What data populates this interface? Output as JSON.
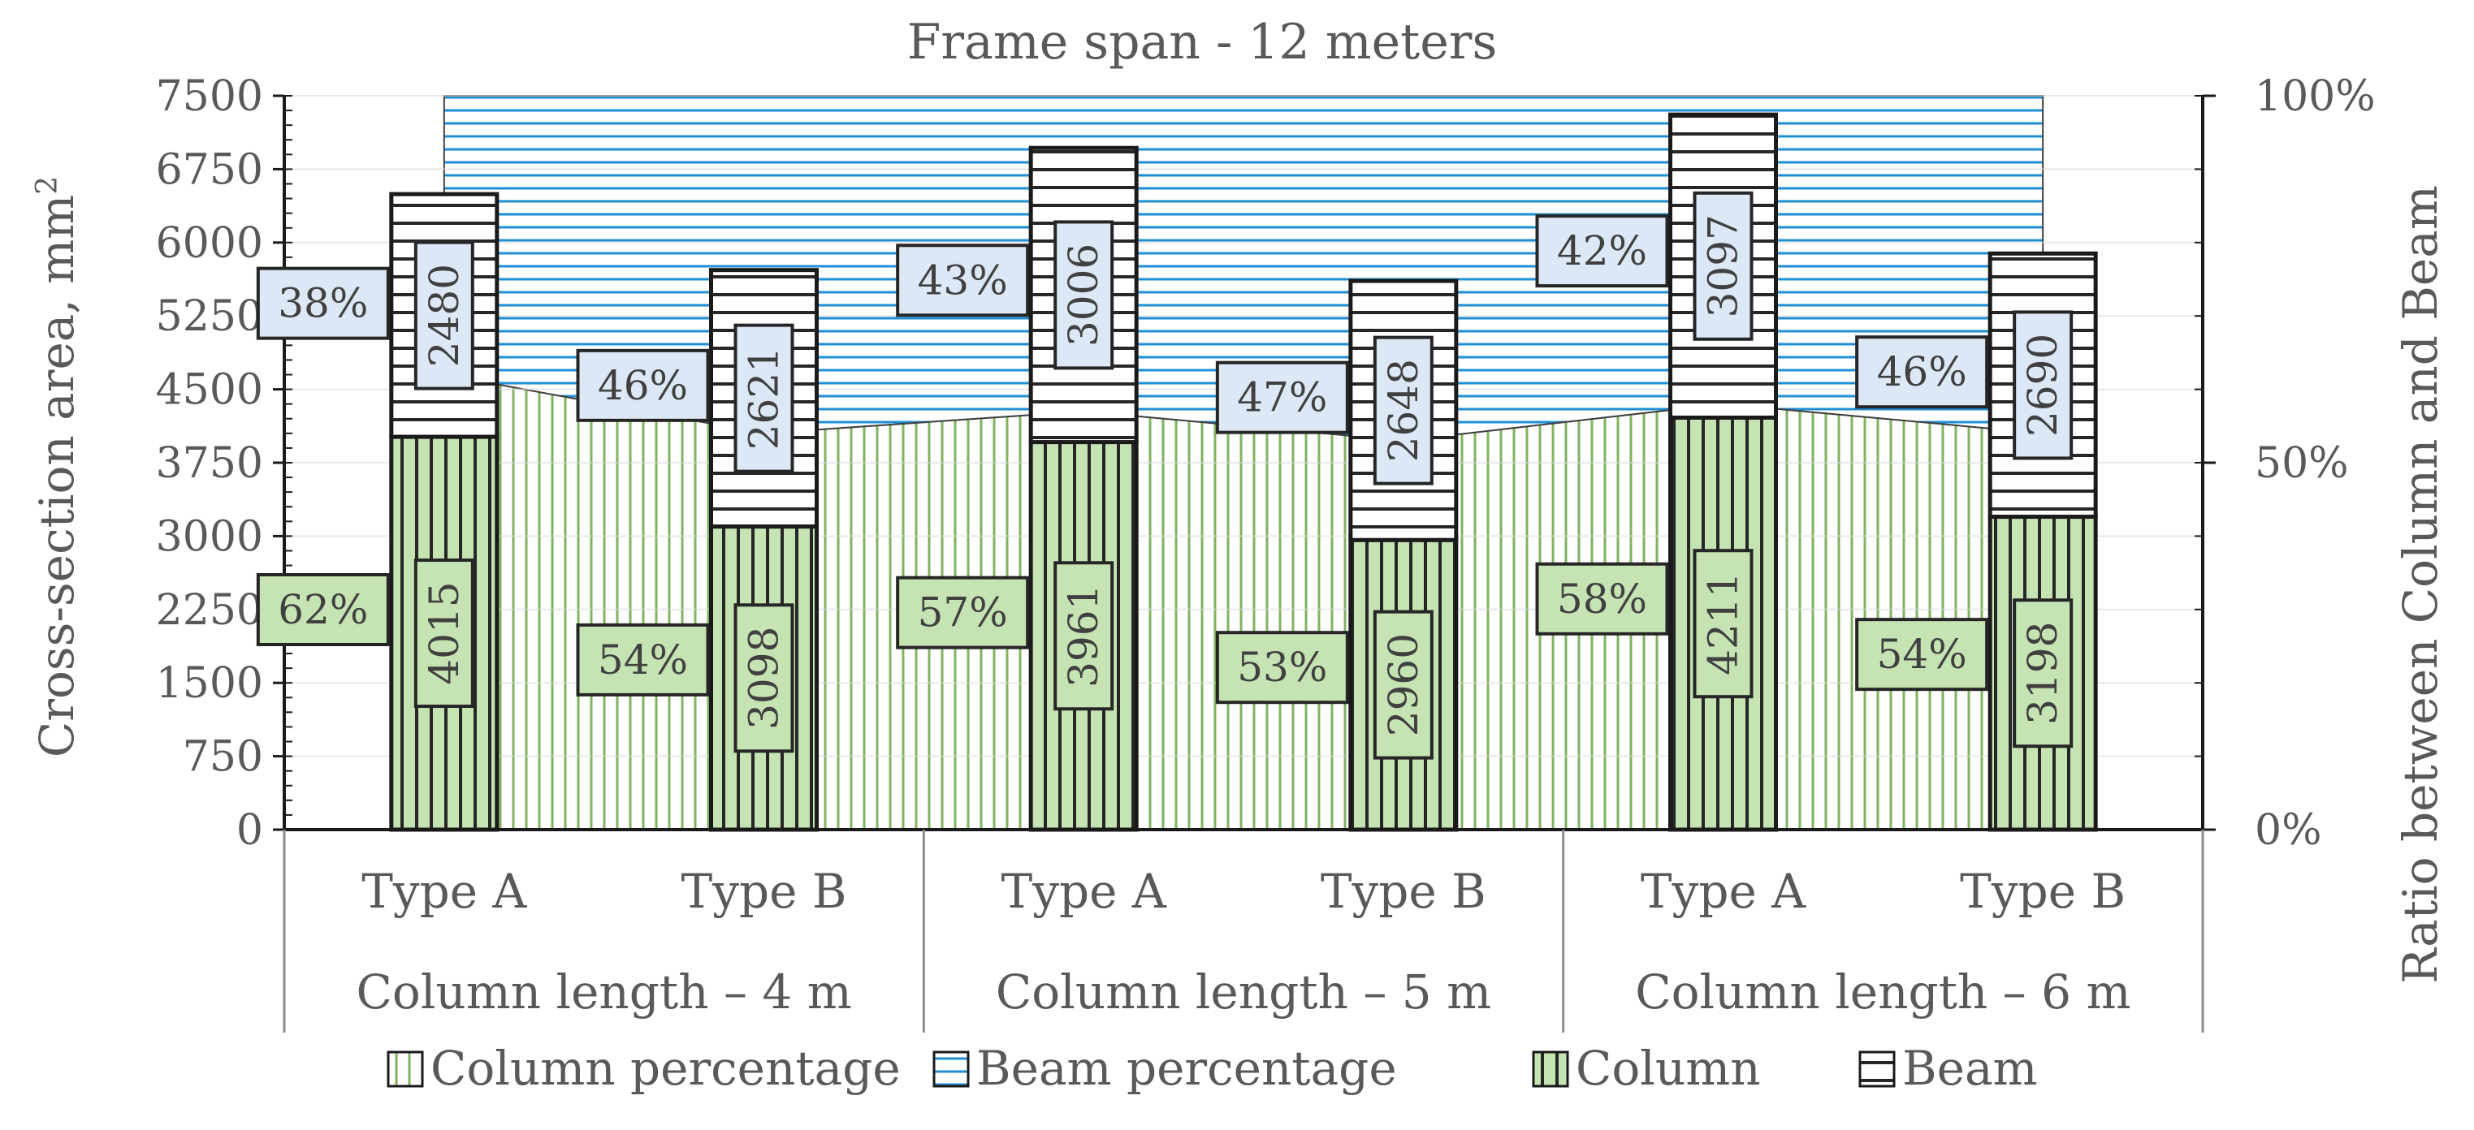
{
  "chart_data": {
    "type": "bar",
    "title": "Frame span - 12 meters",
    "ylabel": "Cross-section area, mm²",
    "y2label": "Ratio between Column and Beam",
    "ylim": [
      0,
      7500
    ],
    "y2lim": [
      0,
      100
    ],
    "yticks": [
      "0",
      "750",
      "1500",
      "2250",
      "3000",
      "3750",
      "4500",
      "5250",
      "6000",
      "6750",
      "7500"
    ],
    "y2ticks": [
      "0%",
      "50%",
      "100%"
    ],
    "categories": [
      "Type A",
      "Type B",
      "Type A",
      "Type B",
      "Type A",
      "Type B"
    ],
    "groups": [
      "Column length – 4 m",
      "Column length – 5 m",
      "Column length – 6 m"
    ],
    "series": [
      {
        "name": "Column",
        "values": [
          4015,
          3098,
          3961,
          2960,
          4211,
          3198
        ]
      },
      {
        "name": "Beam",
        "values": [
          2480,
          2621,
          3006,
          2648,
          3097,
          2690
        ]
      },
      {
        "name": "Column percentage",
        "values": [
          62,
          54,
          57,
          53,
          58,
          54
        ],
        "labels": [
          "62%",
          "54%",
          "57%",
          "53%",
          "58%",
          "54%"
        ]
      },
      {
        "name": "Beam percentage",
        "values": [
          38,
          46,
          43,
          47,
          42,
          46
        ],
        "labels": [
          "38%",
          "46%",
          "43%",
          "47%",
          "42%",
          "46%"
        ]
      }
    ],
    "legend": [
      "Column percentage",
      "Beam percentage",
      "Column",
      "Beam"
    ],
    "legend_position": "bottom",
    "grid": true,
    "colors": {
      "column": "#c6e3b3",
      "column_stroke": "#548235",
      "beam": "#ffffff",
      "beam_stroke": "#262626",
      "beam_pct_stripe": "#1f8fd4",
      "label_beam_bg": "#dde8f6",
      "label_col_bg": "#c6e3b3"
    }
  }
}
